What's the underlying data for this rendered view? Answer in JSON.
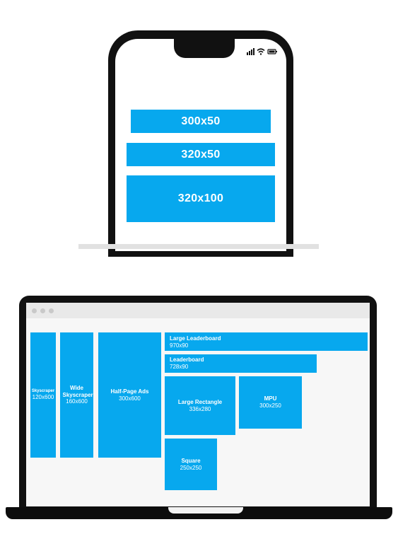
{
  "colors": {
    "accent": "#07a8ee",
    "device": "#111111",
    "screen_bg": "#f7f7f7",
    "browser_bar": "#e9e9e9"
  },
  "phone": {
    "status_icons": [
      "signal-icon",
      "wifi-icon",
      "battery-icon"
    ],
    "ads": [
      {
        "label": "300x50"
      },
      {
        "label": "320x50"
      },
      {
        "label": "320x100"
      }
    ]
  },
  "laptop": {
    "window_dots": 3,
    "ads": {
      "skyscraper": {
        "name": "Skyscraper",
        "size": "120x600"
      },
      "wide_skyscraper": {
        "name": "Wide Skyscraper",
        "size": "160x600"
      },
      "half_page": {
        "name": "Half-Page Ads",
        "size": "300x600"
      },
      "large_leaderboard": {
        "name": "Large Leaderboard",
        "size": "970x90"
      },
      "leaderboard": {
        "name": "Leaderboard",
        "size": "728x90"
      },
      "large_rectangle": {
        "name": "Large Rectangle",
        "size": "336x280"
      },
      "mpu": {
        "name": "MPU",
        "size": "300x250"
      },
      "square": {
        "name": "Square",
        "size": "250x250"
      }
    }
  }
}
